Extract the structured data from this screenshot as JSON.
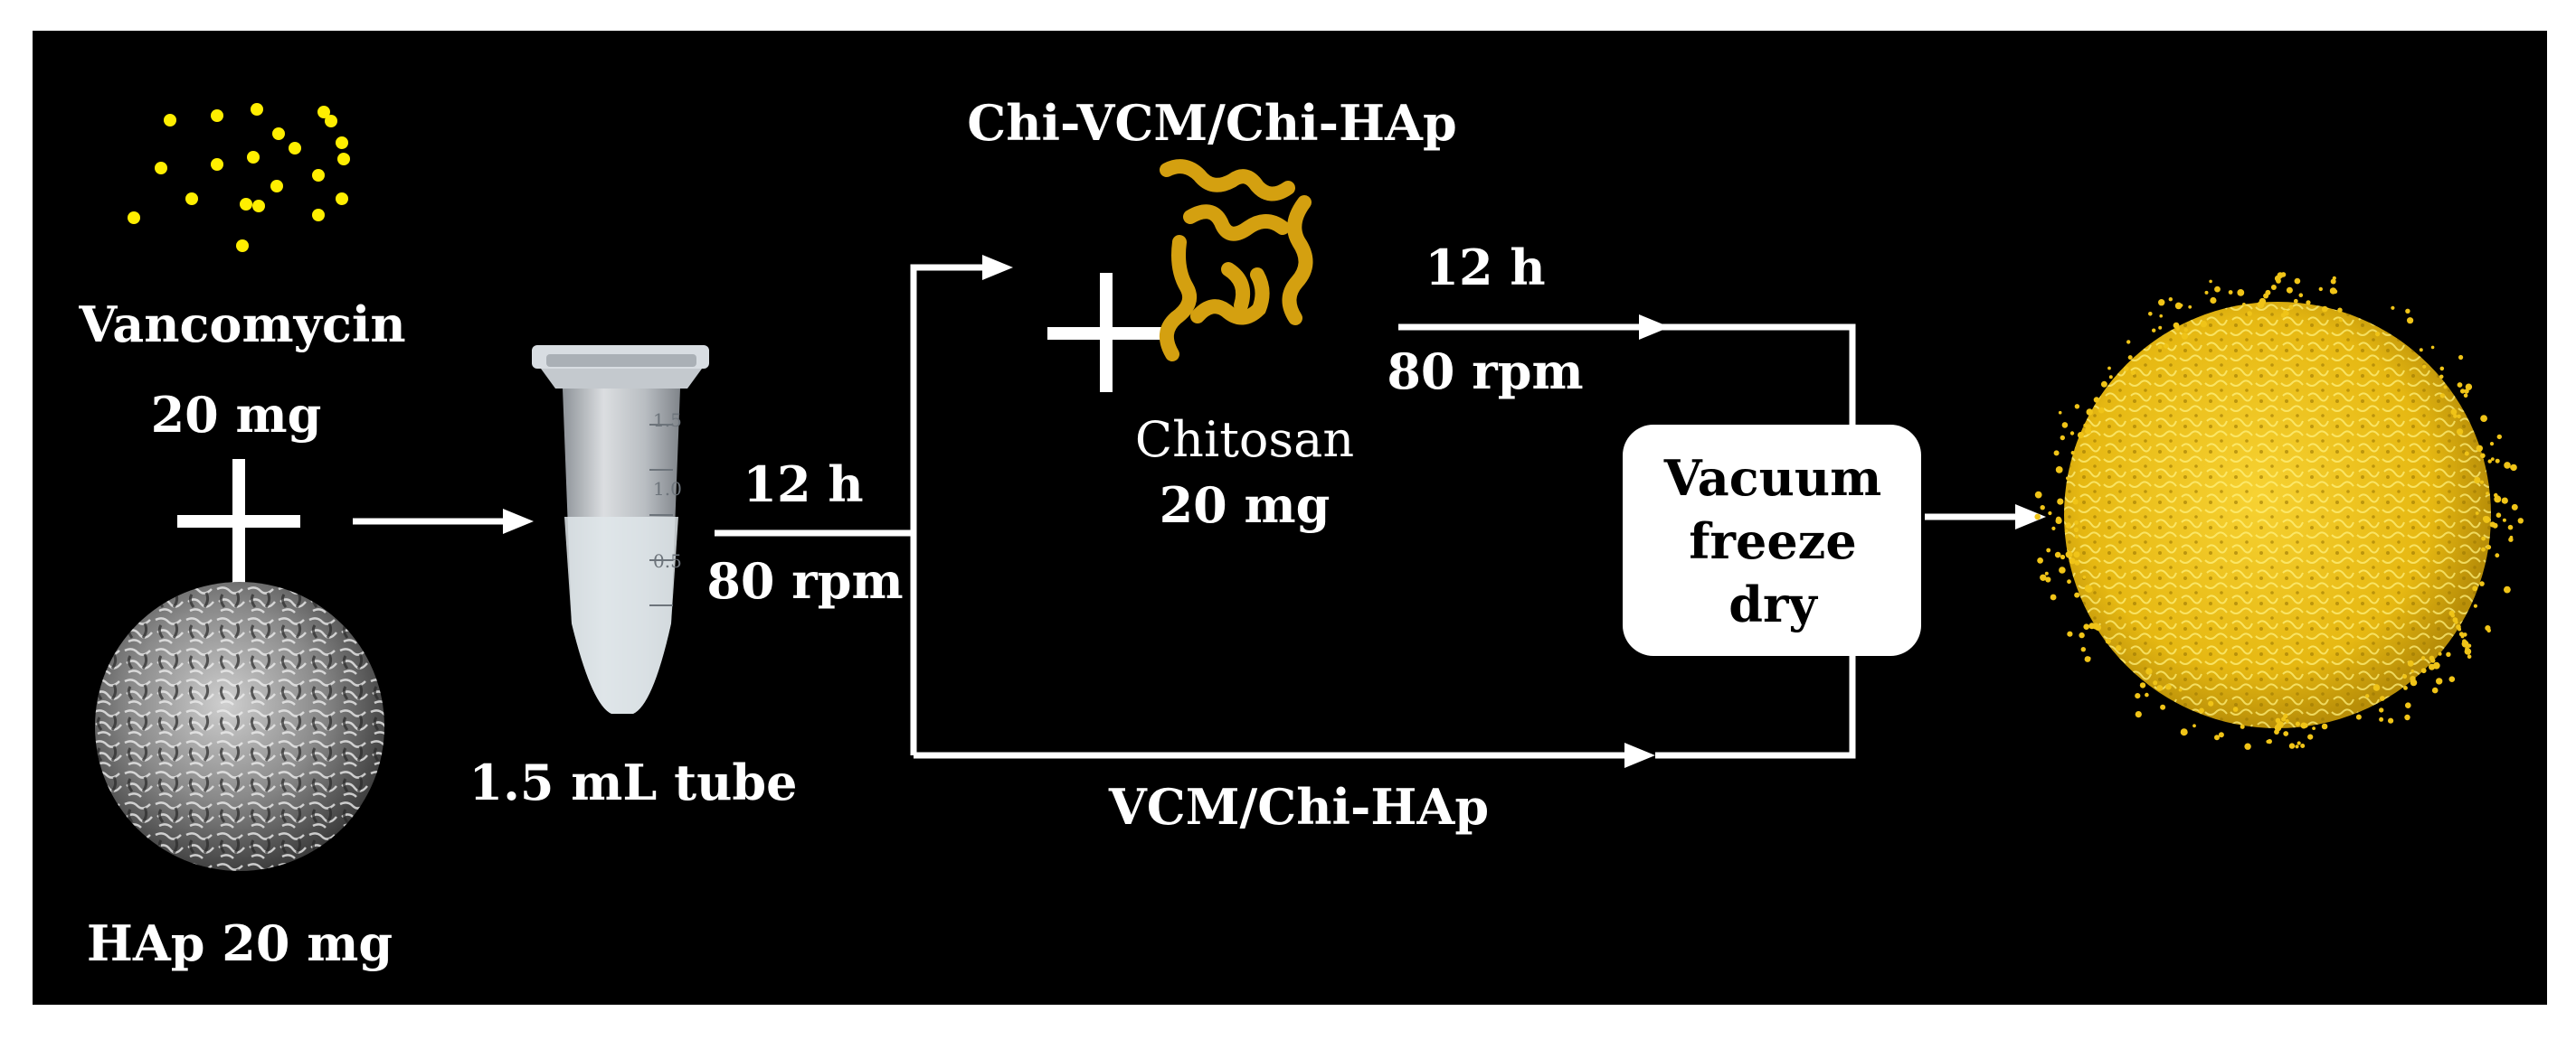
{
  "labels": {
    "vancomycin": "Vancomycin",
    "vancomycin_amount": "20 mg",
    "hap": "HAp 20 mg",
    "tube": "1.5 mL tube",
    "step1_time": "12 h",
    "step1_speed": "80 rpm",
    "chi_vcm_product": "Chi-VCM/Chi-HAp",
    "chitosan": "Chitosan",
    "chitosan_amount": "20 mg",
    "step2_time": "12 h",
    "step2_speed": "80 rpm",
    "vcm_product": "VCM/Chi-HAp",
    "freeze_line1": "Vacuum",
    "freeze_line2": "freeze",
    "freeze_line3": "dry"
  },
  "tube_scale": [
    "1.5",
    "1.0",
    "0.5"
  ],
  "colors": {
    "background": "#000000",
    "drug_dots": "#ffee00",
    "chitosan": "#d4a010",
    "particle": "#f0c418",
    "arrows": "#ffffff",
    "box_fill": "#ffffff"
  },
  "icons": {
    "drug": "yellow-dots",
    "polymer": "chitosan-strands",
    "sphere": "porous-hap-sphere",
    "product": "coated-particle"
  }
}
